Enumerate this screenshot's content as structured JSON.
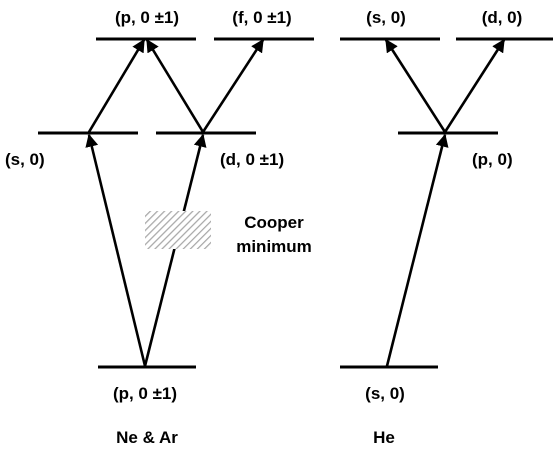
{
  "diagram": {
    "ne_ar": {
      "group_label": "Ne & Ar",
      "ground_label": "(p, 0 ±1)",
      "intermediate_s_label": "(s, 0)",
      "intermediate_d_label": "(d, 0 ±1)",
      "final_p_label": "(p, 0 ±1)",
      "final_f_label": "(f, 0 ±1)",
      "cooper_label_line1": "Cooper",
      "cooper_label_line2": "minimum"
    },
    "he": {
      "group_label": "He",
      "ground_label": "(s, 0)",
      "intermediate_p_label": "(p, 0)",
      "final_s_label": "(s, 0)",
      "final_d_label": "(d, 0)"
    },
    "colors": {
      "line": "#000000",
      "cooper_hatch": "#a8a8a8"
    }
  }
}
